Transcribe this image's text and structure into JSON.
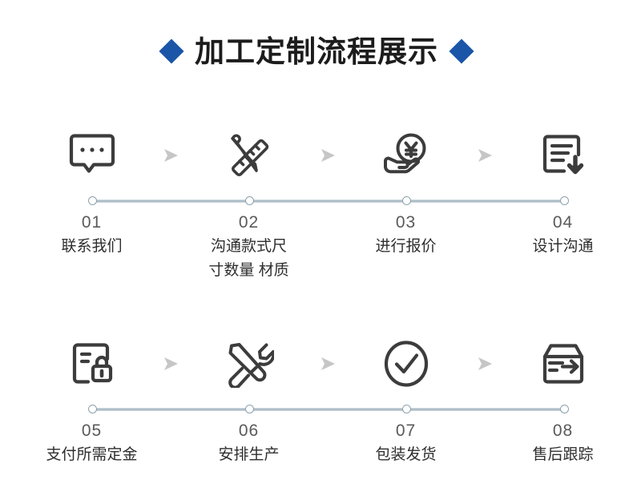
{
  "page": {
    "title": "加工定制流程展示",
    "left_marker": "diamond",
    "right_marker": "diamond",
    "accent_color": "#1a55a8",
    "line_color": "#8ba0ad",
    "arrow_color": "#c6c6c6",
    "separator_icon": "play-arrow-icon"
  },
  "rows": [
    {
      "steps": [
        {
          "num": "01",
          "label": "联系我们",
          "icon": "chat-bubble-dots-icon"
        },
        {
          "num": "02",
          "label": "沟通款式尺\n寸数量 材质",
          "icon": "ruler-pencil-icon"
        },
        {
          "num": "03",
          "label": "进行报价",
          "icon": "hand-yuan-coin-icon"
        },
        {
          "num": "04",
          "label": "设计沟通",
          "icon": "document-download-icon"
        }
      ]
    },
    {
      "steps": [
        {
          "num": "05",
          "label": "支付所需定金",
          "icon": "document-lock-icon"
        },
        {
          "num": "06",
          "label": "安排生产",
          "icon": "wrench-screwdriver-icon"
        },
        {
          "num": "07",
          "label": "包装发货",
          "icon": "check-circle-icon"
        },
        {
          "num": "08",
          "label": "售后跟踪",
          "icon": "box-arrow-icon"
        }
      ]
    }
  ]
}
